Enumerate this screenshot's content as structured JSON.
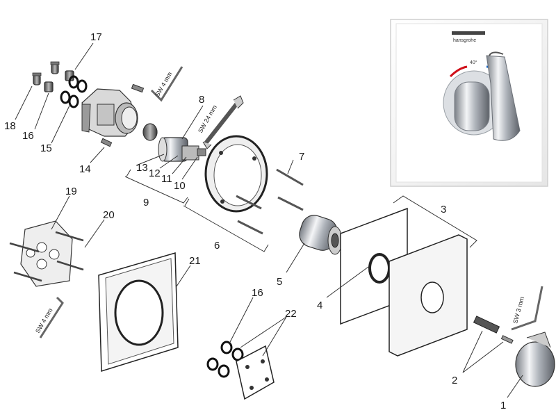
{
  "product": {
    "brand": "hansgrohe",
    "temperature": "40°",
    "colors": {
      "hot": "#d0101a",
      "cold": "#1060c0",
      "chrome": "#b8bcc2",
      "glass": "#f2f2f2"
    }
  },
  "callouts": {
    "p1": "1",
    "p2": "2",
    "p3": "3",
    "p4": "4",
    "p5": "5",
    "p6": "6",
    "p7": "7",
    "p8": "8",
    "p9": "9",
    "p10": "10",
    "p11": "11",
    "p12": "12",
    "p13": "13",
    "p14": "14",
    "p15": "15",
    "p16a": "16",
    "p16b": "16",
    "p17": "17",
    "p18": "18",
    "p19": "19",
    "p20": "20",
    "p21": "21",
    "p22": "22"
  },
  "tools": {
    "hex_key_4_top": "SW 4 mm",
    "wrench_24": "SW 24 mm",
    "hex_key_4_bottom": "SW 4 mm",
    "hex_key_3": "SW 3 mm"
  }
}
